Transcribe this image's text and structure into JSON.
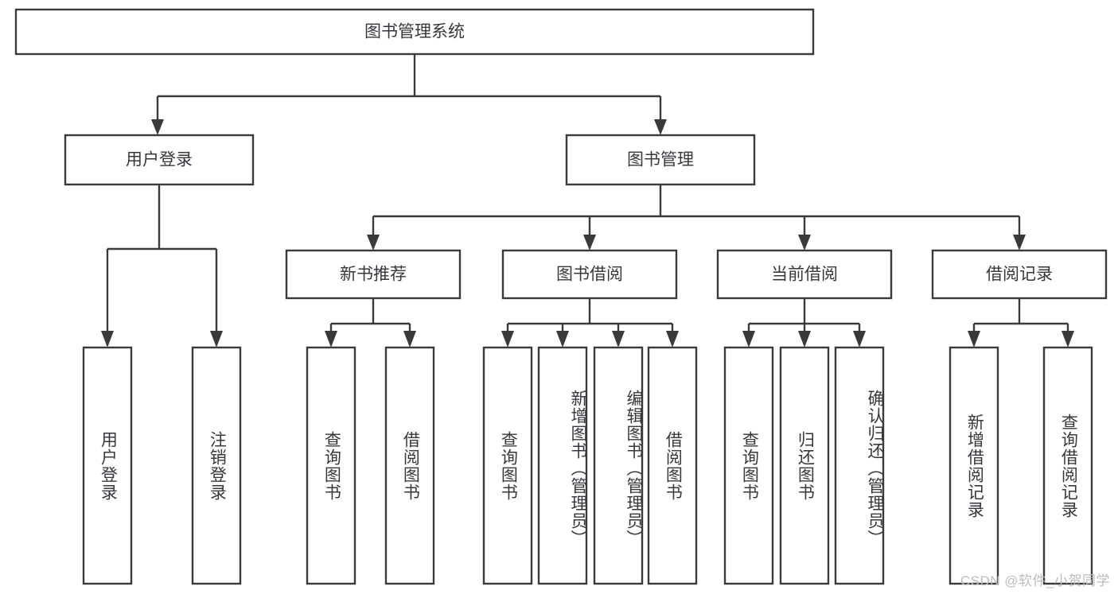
{
  "diagram": {
    "title": "图书管理系统",
    "type": "tree",
    "stroke_color": "#3a3a3a",
    "text_color": "#35383d",
    "background_color": "#ffffff",
    "root": {
      "label": "图书管理系统",
      "children": [
        {
          "label": "用户登录",
          "children": [
            {
              "label": "用户登录"
            },
            {
              "label": "注销登录"
            }
          ]
        },
        {
          "label": "图书管理",
          "children": [
            {
              "label": "新书推荐",
              "children": [
                {
                  "label": "查询图书"
                },
                {
                  "label": "借阅图书"
                }
              ]
            },
            {
              "label": "图书借阅",
              "children": [
                {
                  "label": "查询图书"
                },
                {
                  "label": "新增图书（管理员）"
                },
                {
                  "label": "编辑图书（管理员）"
                },
                {
                  "label": "借阅图书"
                }
              ]
            },
            {
              "label": "当前借阅",
              "children": [
                {
                  "label": "查询图书"
                },
                {
                  "label": "归还图书"
                },
                {
                  "label": "确认归还（管理员）"
                }
              ]
            },
            {
              "label": "借阅记录",
              "children": [
                {
                  "label": "新增借阅记录"
                },
                {
                  "label": "查询借阅记录"
                }
              ]
            }
          ]
        }
      ]
    }
  },
  "watermark": {
    "text": "CSDN @软件_小贺同学"
  }
}
